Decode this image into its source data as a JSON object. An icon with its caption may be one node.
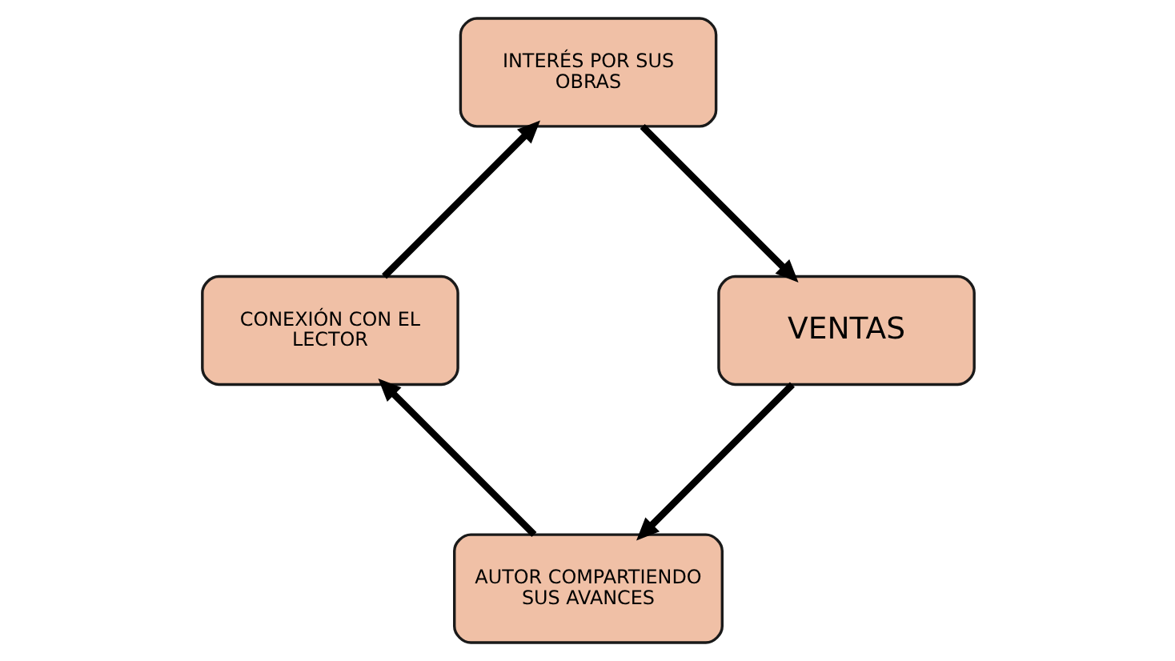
{
  "diagram": {
    "nodes": [
      {
        "text": [
          "AUTOR COMPARTIENDO SUS AVANCES"
        ]
      },
      {
        "text": [
          "CONEXIÓN CON EL LECTOR"
        ]
      },
      {
        "text": [
          "INTERÉS POR SUS OBRAS"
        ]
      },
      {
        "text": [
          "VENTAS"
        ]
      }
    ],
    "edges": [
      {
        "from": 0,
        "to": 1,
        "arrow": "to"
      },
      {
        "from": 1,
        "to": 2,
        "arrow": "to"
      },
      {
        "from": 2,
        "to": 3,
        "arrow": "to"
      },
      {
        "from": 3,
        "to": 0,
        "arrow": "to"
      }
    ]
  }
}
